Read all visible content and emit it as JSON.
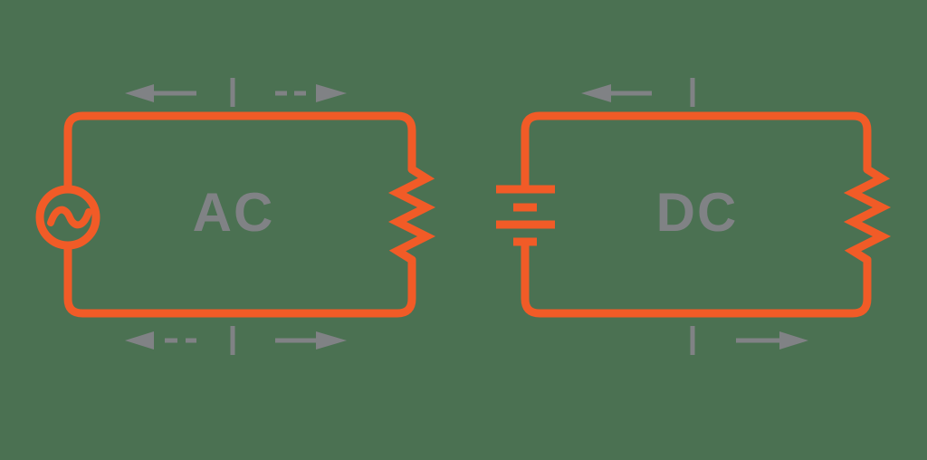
{
  "diagram": {
    "colors": {
      "background": "#4B7152",
      "circuit": "#F15B27",
      "annotation": "#808285",
      "label_text": "#808285"
    },
    "circuits": [
      {
        "label": "AC",
        "source_icon": "ac-sine-source-icon",
        "load_icon": "resistor-icon",
        "current_flow": "alternating",
        "top_arrows": [
          "solid-left",
          "dashed-right"
        ],
        "bottom_arrows": [
          "dashed-left",
          "solid-right"
        ]
      },
      {
        "label": "DC",
        "source_icon": "battery-icon",
        "load_icon": "resistor-icon",
        "current_flow": "direct",
        "top_arrows": [
          "solid-left"
        ],
        "bottom_arrows": [
          "solid-right"
        ]
      }
    ]
  }
}
